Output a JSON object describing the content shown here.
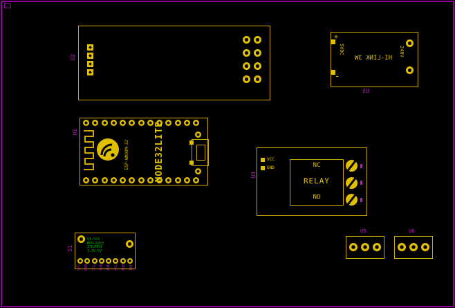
{
  "colors": {
    "background": "#000000",
    "page_border": "#9600a0",
    "silkscreen_yellow": "#cfa600",
    "pad_yellow": "#e0be00",
    "reference_magenta": "#c316c3",
    "module_green": "#00b400"
  },
  "u2": {
    "ref": "U2"
  },
  "u5": {
    "ref": "U5",
    "title": "HI-LINK 3W",
    "plus": "+",
    "minus": "-",
    "left_rail": "5VDC",
    "right_rail": "240V"
  },
  "u1": {
    "ref": "U1",
    "board_name": "NODE32LITE",
    "chip_name": "ESP-WROOM-32"
  },
  "u4": {
    "ref": "U4",
    "vcc": "VCC",
    "gnd": "GND",
    "nc": "NC",
    "relay": "RELAY",
    "no": "NO"
  },
  "s1": {
    "ref": "S1",
    "silk_lines": [
      "GY-521",
      "MPU-6050",
      "ITG/MPU",
      "3.3V-5V"
    ],
    "pins": [
      "VCC",
      "GND",
      "SCL",
      "SDA",
      "XDA",
      "XCL",
      "AD0",
      "INT"
    ]
  },
  "u3": {
    "ref": "U3"
  },
  "u6": {
    "ref": "U6"
  }
}
